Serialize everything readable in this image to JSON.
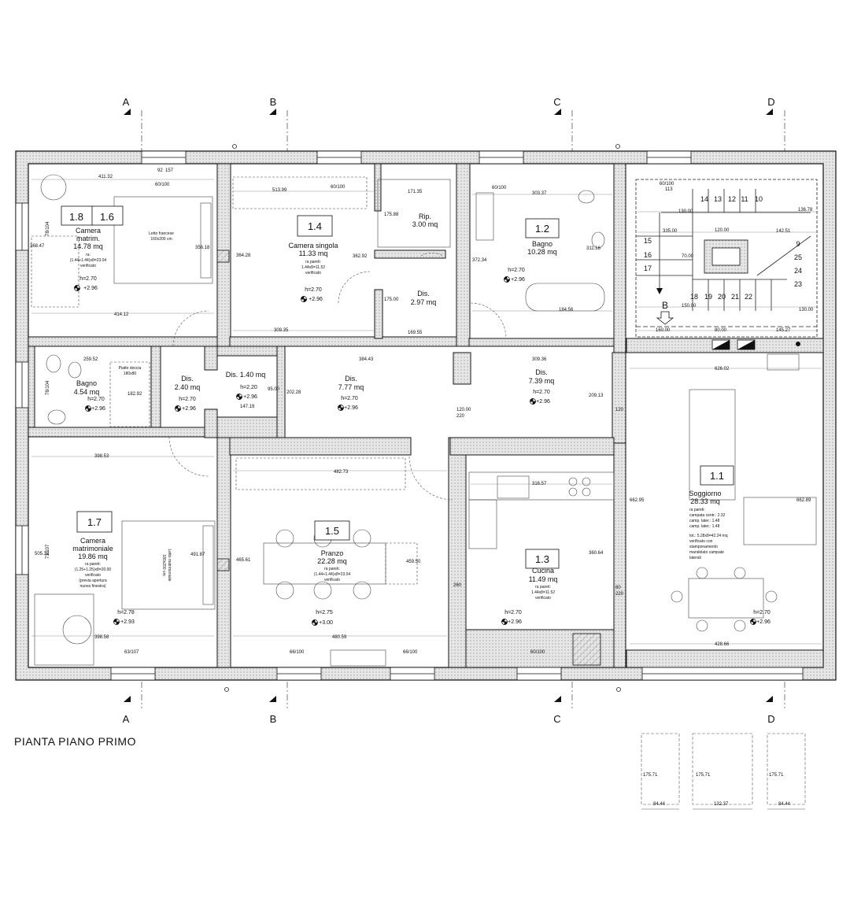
{
  "sections": {
    "top": [
      "A",
      "B",
      "C",
      "D"
    ],
    "bottom": [
      "A",
      "B",
      "C",
      "D"
    ]
  },
  "plan_title": "PIANTA PIANO PRIMO",
  "rooms": [
    {
      "id": "camera-matrim",
      "codes": [
        "1.8",
        "1.6"
      ],
      "lines": [
        "Camera",
        "matrim.",
        "14.78 mq"
      ],
      "small": [
        "ra:",
        "(1.44+1.44)x8=23.04",
        "verificato"
      ],
      "h": "h=2.70",
      "lvl": "+2.96"
    },
    {
      "id": "camera-singola",
      "codes": [
        "1.4"
      ],
      "lines": [
        "Camera singola",
        "11.33 mq"
      ],
      "small": [
        "ra pareti:",
        "1.44x8=11.52",
        "verificato"
      ],
      "h": "h=2.70",
      "lvl": "+2.96"
    },
    {
      "id": "rip",
      "codes": [],
      "lines": [
        "Rip.",
        "3.00 mq"
      ],
      "small": [],
      "h": "",
      "lvl": ""
    },
    {
      "id": "dis-297",
      "codes": [],
      "lines": [
        "Dis.",
        "2.97 mq"
      ],
      "small": [],
      "h": "",
      "lvl": ""
    },
    {
      "id": "bagno-1028",
      "codes": [
        "1.2"
      ],
      "lines": [
        "Bagno",
        "10.28 mq"
      ],
      "small": [],
      "h": "h=2.70",
      "lvl": "+2.96"
    },
    {
      "id": "bagno-454",
      "codes": [],
      "lines": [
        "Bagno",
        "4.54 mq"
      ],
      "small": [],
      "h": "h=2.70",
      "lvl": "+2.96"
    },
    {
      "id": "dis-240",
      "codes": [],
      "lines": [
        "Dis.",
        "2.40 mq"
      ],
      "small": [],
      "h": "h=2.70",
      "lvl": "+2.96"
    },
    {
      "id": "dis-140",
      "codes": [],
      "lines": [
        "Dis. 1.40 mq"
      ],
      "small": [],
      "h": "h=2.20",
      "lvl": "+2.96"
    },
    {
      "id": "dis-777",
      "codes": [],
      "lines": [
        "Dis.",
        "7.77 mq"
      ],
      "small": [],
      "h": "h=2.70",
      "lvl": "+2.96"
    },
    {
      "id": "dis-739",
      "codes": [],
      "lines": [
        "Dis.",
        "7.39 mq"
      ],
      "small": [],
      "h": "h=2.70",
      "lvl": "+2.96"
    },
    {
      "id": "camera-matrimoniale",
      "codes": [
        "1.7"
      ],
      "lines": [
        "Camera",
        "matrimoniale",
        "19.86 mq"
      ],
      "small": [
        "ra pareti:",
        "(1.25+1.25)x8=20.00",
        "verificato",
        "(previa apertura",
        "nuova finestra)"
      ],
      "h": "h=2.78",
      "lvl": "+2.93"
    },
    {
      "id": "pranzo",
      "codes": [
        "1.5"
      ],
      "lines": [
        "Pranzo",
        "22.28 mq"
      ],
      "small": [
        "ra pareti:",
        "(1.44+1.44)x8=23.04",
        "verificato"
      ],
      "h": "h=2.75",
      "lvl": "+3.00"
    },
    {
      "id": "cucina",
      "codes": [
        "1.3"
      ],
      "lines": [
        "Cucina",
        "11.49 mq"
      ],
      "small": [
        "ra pareti:",
        "1.44x8=11.52",
        "verificato"
      ],
      "h": "h=2.70",
      "lvl": "+2.96"
    },
    {
      "id": "soggiorno",
      "codes": [
        "1.1"
      ],
      "lines": [
        "Soggiorno",
        "28.33 mq"
      ],
      "small": [
        "ra pareti:",
        "campata centr.: 2.32",
        "camp. later.: 1.48",
        "camp. later.: 1.48",
        "tot.: 5.28x8=42.24 mq",
        "verificato con",
        "stamponamento",
        "mandolato campate",
        "laterali"
      ],
      "h": "h=2.70",
      "lvl": "+2.96"
    }
  ],
  "furniture_labels": {
    "letto_francese": [
      "Letto francese",
      "160x200 cm"
    ],
    "letto_matrimoniale": [
      "Letto matrimoniale",
      "180x200 cm"
    ],
    "piatto_doccia": [
      "Piatto doccia",
      "180x80"
    ]
  },
  "stair_numbers": {
    "top_row": [
      "14",
      "13",
      "12",
      "11",
      "10"
    ],
    "left_col": [
      "15",
      "16",
      "17"
    ],
    "right_col": [
      "9",
      "25",
      "24",
      "23"
    ],
    "bottom_row": [
      "18",
      "19",
      "20",
      "21",
      "22"
    ]
  },
  "stair_arrow_label": "B",
  "dimensions": {
    "window_sizes": [
      "60/100",
      "60/100",
      "60/100",
      "60/100",
      "60/100",
      "66/100",
      "66/100",
      "63/107"
    ],
    "side_windows": [
      "78/104",
      "78/104",
      "73/107"
    ],
    "room_dims": [
      "411.32",
      "356.18",
      "414.12",
      "513.99",
      "364.28",
      "362.92",
      "309.35",
      "171.35",
      "175.88",
      "175.00",
      "169.55",
      "303.37",
      "372.34",
      "311.16",
      "184.56",
      "309.36",
      "259.52",
      "182.92",
      "384.43",
      "202.28",
      "147.19",
      "95.00",
      "209.13",
      "626.02",
      "398.53",
      "491.87",
      "398.58",
      "505.32",
      "482.73",
      "465.61",
      "459.50",
      "480.59",
      "316.57",
      "360.64",
      "662.95",
      "662.89",
      "428.66",
      "130.00",
      "136.78",
      "335.00",
      "120.00",
      "142.51",
      "70.00",
      "150.00",
      "160.00",
      "145.27",
      "130.00",
      "80.00",
      "120.00",
      "220",
      "260",
      "120",
      "80",
      "220",
      "157",
      "92",
      "113",
      "368.47"
    ]
  },
  "opening_profiles": [
    {
      "height": "175.71",
      "width": "84.44"
    },
    {
      "height": "175.71",
      "width": "132.37"
    },
    {
      "height": "175.71",
      "width": "84.44"
    }
  ]
}
